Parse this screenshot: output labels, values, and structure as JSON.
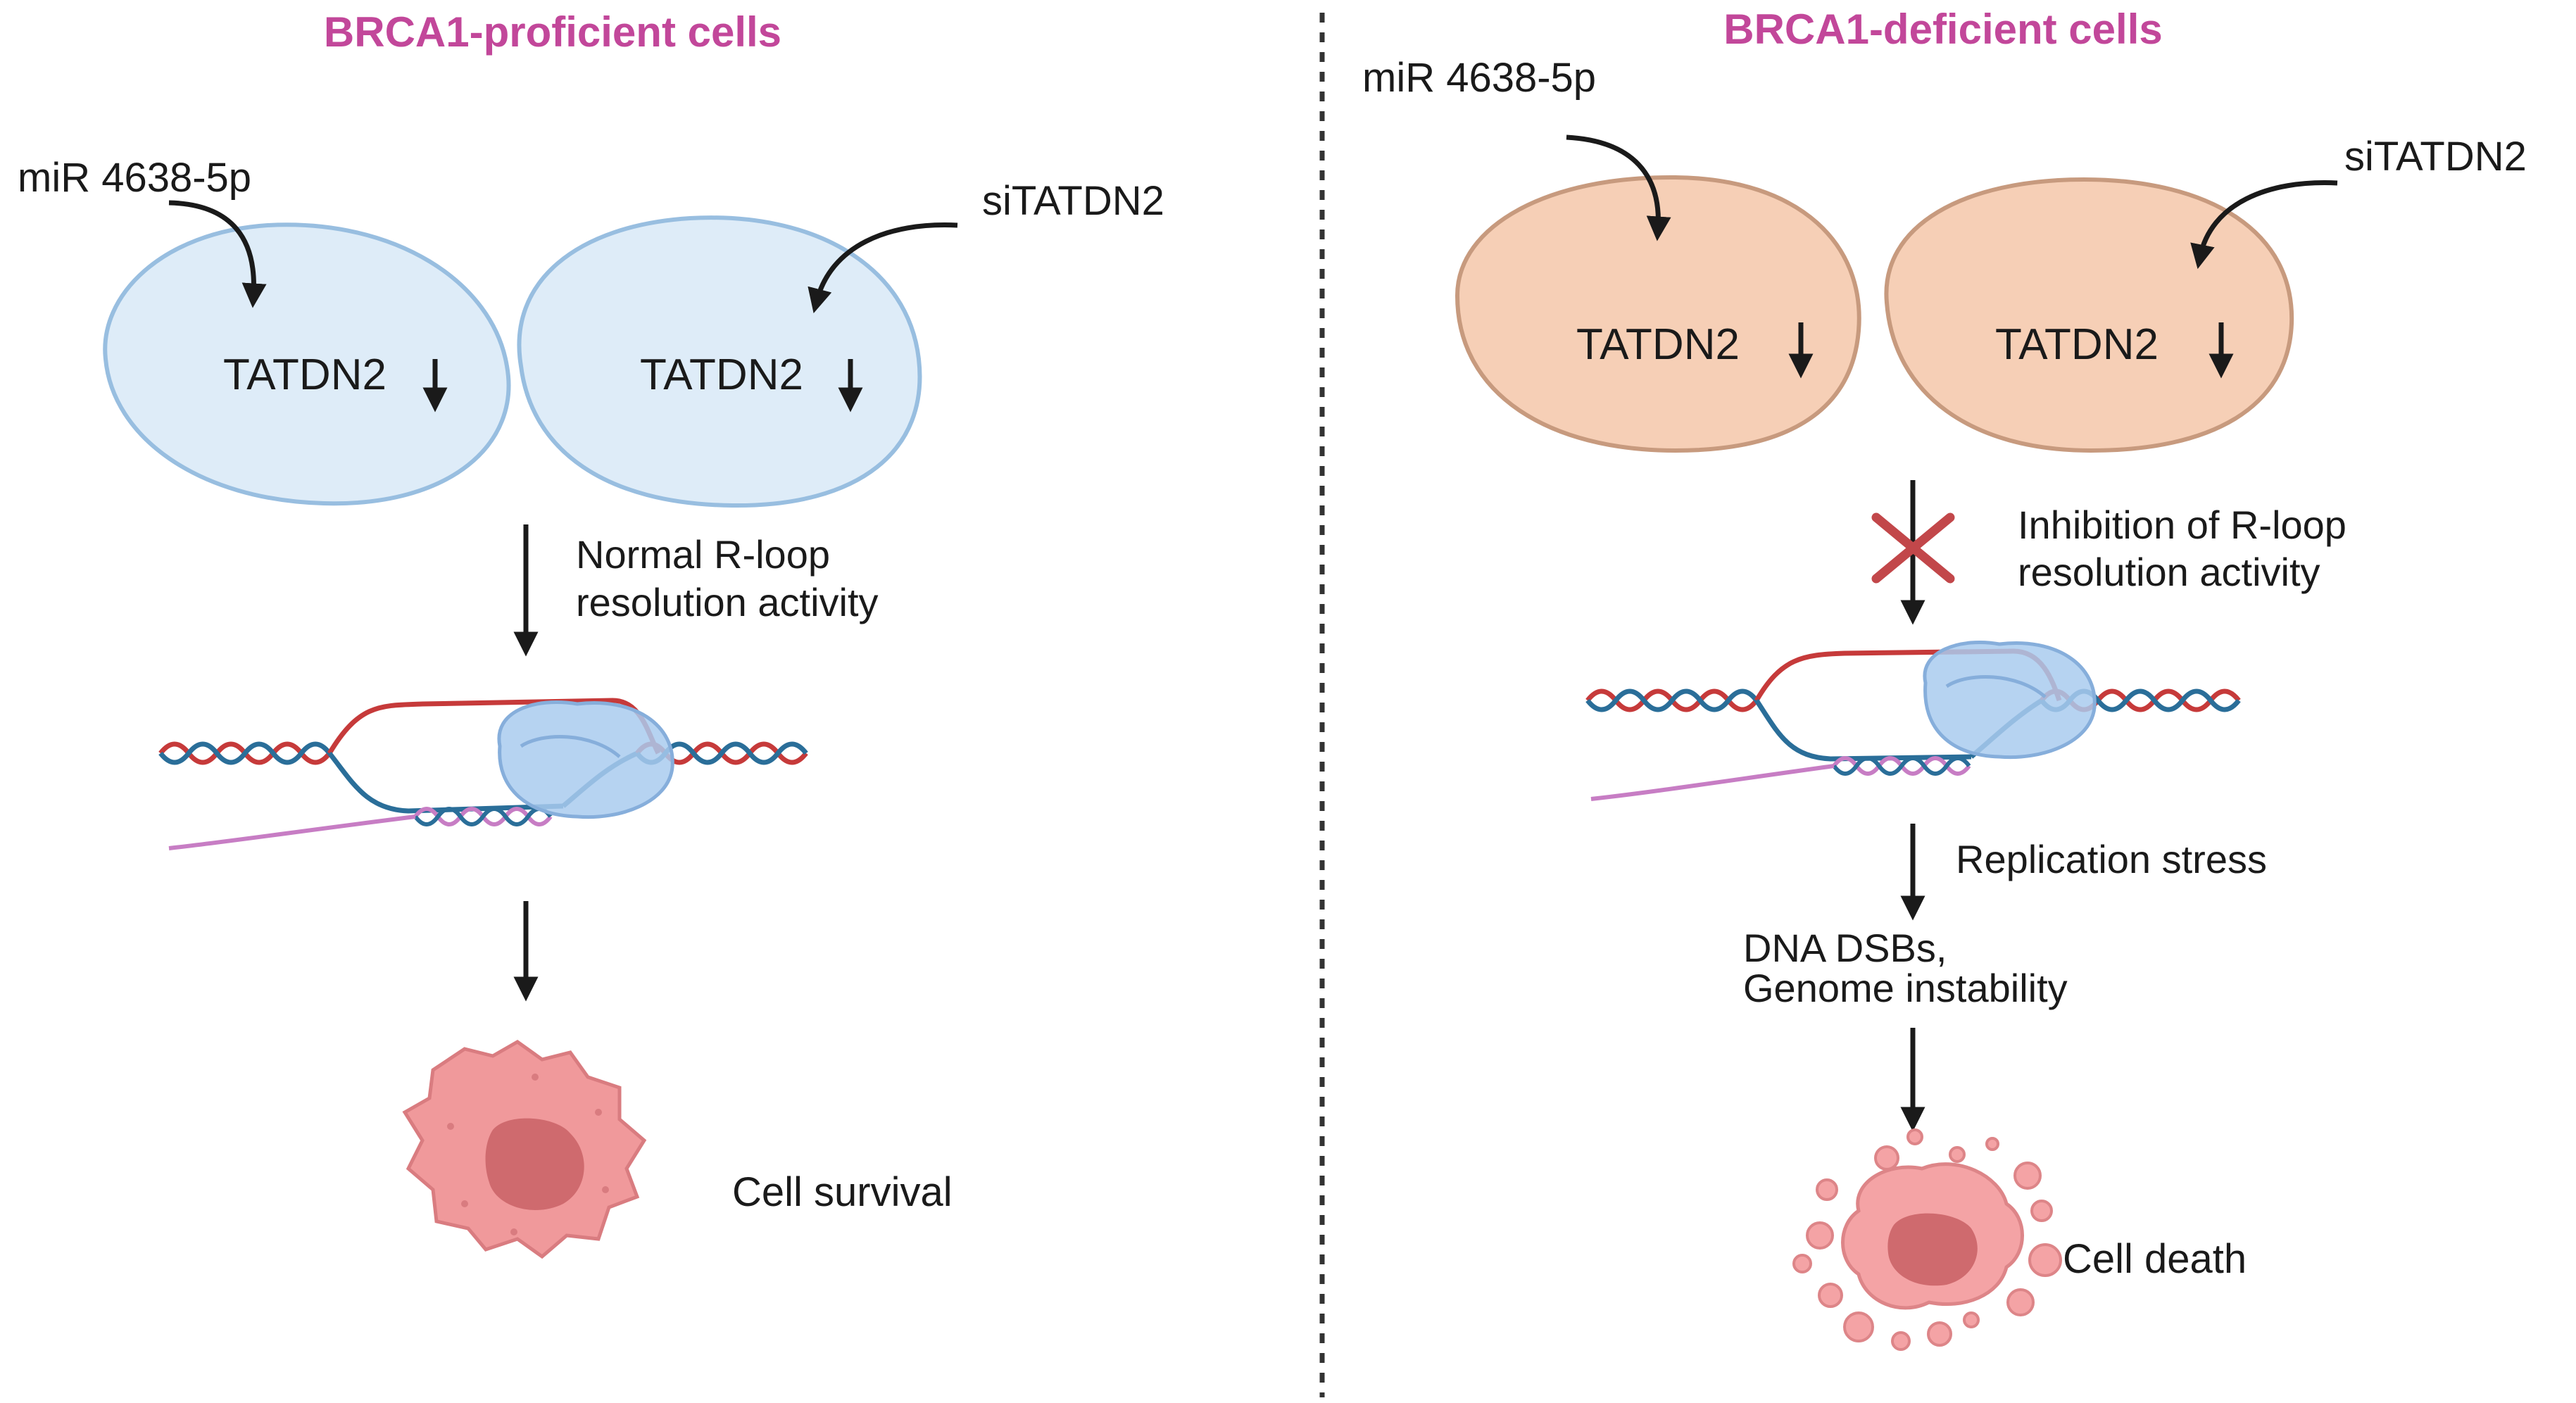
{
  "colors": {
    "title": "#c2479a",
    "proficient_cell_fill": "#deecf8",
    "proficient_cell_stroke": "#98bee0",
    "deficient_cell_fill": "#f6cfb6",
    "deficient_cell_stroke": "#c79a7e",
    "rna_strand": "#c63a3a",
    "dna_strand": "#2a6e99",
    "new_strand": "#c77dc4",
    "enzyme": "#a9cbef",
    "cross": "#c2474a",
    "survival_cell": "#f0999b",
    "death_cell": "#f4a3a5",
    "nucleus": "#cf6a6e",
    "arrow": "#1a1a1a"
  },
  "left_panel": {
    "title": "BRCA1-proficient cells",
    "mir_label": "miR 4638-5p",
    "si_label": "siTATDN2",
    "cell1_label": "TATDN2",
    "cell2_label": "TATDN2",
    "step1_line1": "Normal R-loop",
    "step1_line2": "resolution activity",
    "outcome": "Cell survival"
  },
  "right_panel": {
    "title": "BRCA1-deficient cells",
    "mir_label": "miR 4638-5p",
    "si_label": "siTATDN2",
    "cell1_label": "TATDN2",
    "cell2_label": "TATDN2",
    "step1_line1": "Inhibition of R-loop",
    "step1_line2": "resolution activity",
    "step2": "Replication stress",
    "step3_line1": "DNA DSBs,",
    "step3_line2": "Genome instability",
    "outcome": "Cell death"
  }
}
